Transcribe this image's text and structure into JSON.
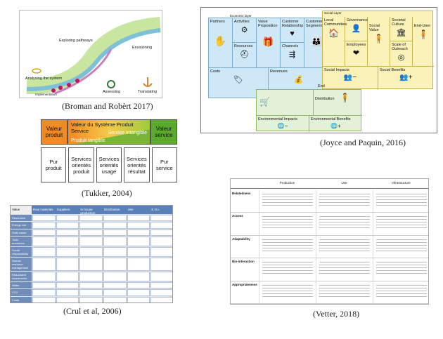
{
  "broman": {
    "labels": [
      "Exploring pathways",
      "Envisioning",
      "Analysing the system",
      "Assessing",
      "Translating",
      "Implementation"
    ],
    "caption": "(Broman and Robèrt 2017)"
  },
  "tukker": {
    "top": "Valeur du Système Produit Service",
    "left": "Valeur produit",
    "right": "Valeur service",
    "intangible": "Service intangible",
    "tangible": "Produit tangible",
    "bottom": [
      "Pur produit",
      "Services orientés produit",
      "Services orientés usage",
      "Services orientés résultat",
      "Pur service"
    ],
    "caption": "(Tukker, 2004)"
  },
  "crul": {
    "header": [
      "Value",
      "Raw materials",
      "Suppliers",
      "In house production",
      "Distribution",
      "Use",
      "E.O.L"
    ],
    "rows": [
      "Resources",
      "Energy use",
      "Solid waste",
      "Toxic emissions",
      "Social responsibility",
      "Human resource management",
      "Risk-based investments",
      "Water",
      "CO2",
      "Costs"
    ],
    "caption": "(Crul et al, 2006)"
  },
  "joyce": {
    "economic": {
      "cells": [
        "Partners",
        "Activities",
        "Value Proposition",
        "Customer Relationship",
        "Customer Segments",
        "Resources",
        "Channels",
        "Costs",
        "Revenues"
      ],
      "title": "Economic layer"
    },
    "social": {
      "cells": [
        "Governance",
        "Local Communities",
        "Social Value",
        "Societal Culture",
        "End-User",
        "Employees",
        "Scale of Outreach",
        "Social Impacts",
        "Social Benefits"
      ],
      "title": "Social Layer"
    },
    "env": [
      "Distribution",
      "End",
      "Environmental Impacts",
      "Environmental Benefits"
    ],
    "caption": "(Joyce and Paquin, 2016)"
  },
  "vetter": {
    "headers": [
      "Production",
      "Use",
      "Infrastructure"
    ],
    "rows": [
      "Relatedness",
      "Access",
      "Adaptability",
      "Bio-interaction",
      "Appropriateness"
    ],
    "caption": "(Vetter, 2018)"
  }
}
